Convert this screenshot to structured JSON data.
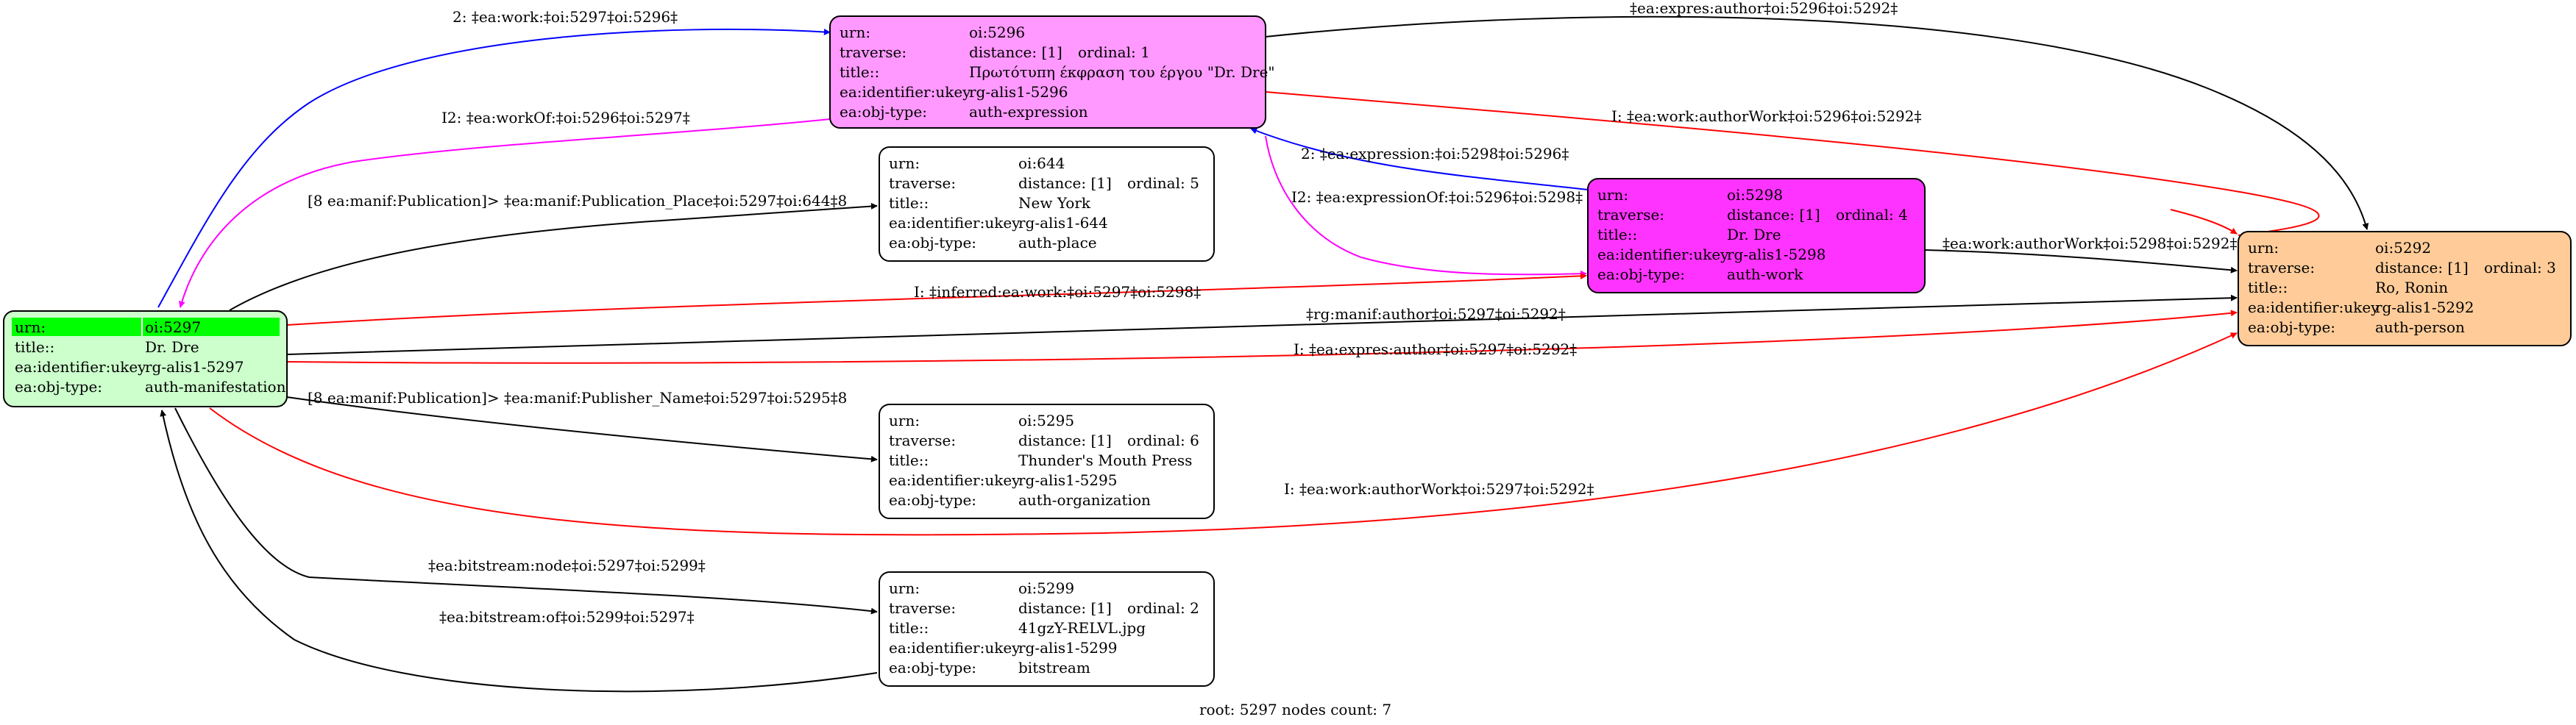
{
  "colors": {
    "black": "#000000",
    "red": "#ff0000",
    "blue": "#0000ff",
    "magenta": "#ff00ff",
    "root_fill": "#ccffcc",
    "root_highlight": "#00ff00",
    "expression_fill": "#ff99ff",
    "work_fill": "#ff33ff",
    "person_fill": "#ffcc99",
    "plain_fill": "#ffffff"
  },
  "nodes": {
    "oi5297": {
      "urn_label": "urn:",
      "urn": "oi:5297",
      "title_label": "title::",
      "title": "Dr. Dre",
      "ukey_label": "ea:identifier:ukey",
      "ukey": "rg-alis1-5297",
      "type_label": "ea:obj-type:",
      "type": "auth-manifestation"
    },
    "oi5296": {
      "urn_label": "urn:",
      "urn": "oi:5296",
      "traverse_label": "traverse:",
      "distance": "distance: [1]",
      "ordinal": "ordinal: 1",
      "title_label": "title::",
      "title": "Πρωτότυπη έκφραση του έργου \"Dr. Dre\"",
      "ukey_label": "ea:identifier:ukey",
      "ukey": "rg-alis1-5296",
      "type_label": "ea:obj-type:",
      "type": "auth-expression"
    },
    "oi644": {
      "urn_label": "urn:",
      "urn": "oi:644",
      "traverse_label": "traverse:",
      "distance": "distance: [1]",
      "ordinal": "ordinal: 5",
      "title_label": "title::",
      "title": "New York",
      "ukey_label": "ea:identifier:ukey",
      "ukey": "rg-alis1-644",
      "type_label": "ea:obj-type:",
      "type": "auth-place"
    },
    "oi5298": {
      "urn_label": "urn:",
      "urn": "oi:5298",
      "traverse_label": "traverse:",
      "distance": "distance: [1]",
      "ordinal": "ordinal: 4",
      "title_label": "title::",
      "title": "Dr. Dre",
      "ukey_label": "ea:identifier:ukey",
      "ukey": "rg-alis1-5298",
      "type_label": "ea:obj-type:",
      "type": "auth-work"
    },
    "oi5292": {
      "urn_label": "urn:",
      "urn": "oi:5292",
      "traverse_label": "traverse:",
      "distance": "distance: [1]",
      "ordinal": "ordinal: 3",
      "title_label": "title::",
      "title": "Ro, Ronin",
      "ukey_label": "ea:identifier:ukey",
      "ukey": "rg-alis1-5292",
      "type_label": "ea:obj-type:",
      "type": "auth-person"
    },
    "oi5295": {
      "urn_label": "urn:",
      "urn": "oi:5295",
      "traverse_label": "traverse:",
      "distance": "distance: [1]",
      "ordinal": "ordinal: 6",
      "title_label": "title::",
      "title": "Thunder's Mouth Press",
      "ukey_label": "ea:identifier:ukey",
      "ukey": "rg-alis1-5295",
      "type_label": "ea:obj-type:",
      "type": "auth-organization"
    },
    "oi5299": {
      "urn_label": "urn:",
      "urn": "oi:5299",
      "traverse_label": "traverse:",
      "distance": "distance: [1]",
      "ordinal": "ordinal: 2",
      "title_label": "title::",
      "title": "41gzY-RELVL.jpg",
      "ukey_label": "ea:identifier:ukey",
      "ukey": "rg-alis1-5299",
      "type_label": "ea:obj-type:",
      "type": "bitstream"
    }
  },
  "edges": {
    "work_5297_5296": "2: ‡ea:work:‡oi:5297‡oi:5296‡",
    "workof_5296_5297": "I2: ‡ea:workOf:‡oi:5296‡oi:5297‡",
    "expres_author_5296_5292": "‡ea:expres:author‡oi:5296‡oi:5292‡",
    "work_authorwork_5296_5292": "I: ‡ea:work:authorWork‡oi:5296‡oi:5292‡",
    "expression_5298_5296": "2: ‡ea:expression:‡oi:5298‡oi:5296‡",
    "expressionof_5296_5298": "I2: ‡ea:expressionOf:‡oi:5296‡oi:5298‡",
    "publication_place": "[8 ea:manif:Publication]> ‡ea:manif:Publication_Place‡oi:5297‡oi:644‡8",
    "inferred_work": "I: ‡inferred:ea:work:‡oi:5297‡oi:5298‡",
    "work_authorwork_5298_5292": "‡ea:work:authorWork‡oi:5298‡oi:5292‡",
    "rg_manif_author": "‡rg:manif:author‡oi:5297‡oi:5292‡",
    "expres_author_5297_5292": "I: ‡ea:expres:author‡oi:5297‡oi:5292‡",
    "publisher_name": "[8 ea:manif:Publication]> ‡ea:manif:Publisher_Name‡oi:5297‡oi:5295‡8",
    "work_authorwork_5297_5292": "I: ‡ea:work:authorWork‡oi:5297‡oi:5292‡",
    "bitstream_node": "‡ea:bitstream:node‡oi:5297‡oi:5299‡",
    "bitstream_of": "‡ea:bitstream:of‡oi:5299‡oi:5297‡"
  },
  "footer": {
    "summary": "root: 5297 nodes count: 7"
  }
}
